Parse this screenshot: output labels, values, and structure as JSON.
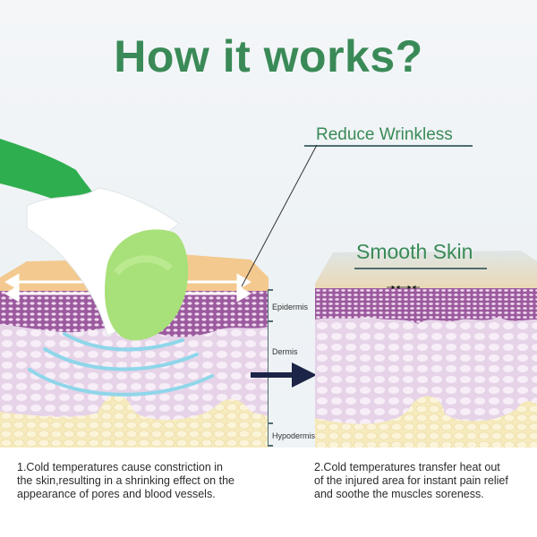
{
  "title": "How it works?",
  "callouts": {
    "left": "Reduce Wrinkless",
    "right": "Smooth Skin"
  },
  "layers": [
    "Epidermis",
    "Dermis",
    "Hypodermis"
  ],
  "descriptions": {
    "left": [
      "1.Cold temperatures cause constriction in",
      "the skin,resulting in a shrinking effect on the",
      "appearance of pores and blood vessels."
    ],
    "right": [
      "2.Cold temperatures transfer heat out",
      "of the injured area for instant pain relief",
      "and soothe the muscles soreness."
    ]
  },
  "colors": {
    "title_green": "#3a8a57",
    "epidermis_purple": "#9b5a9e",
    "dermis_lilac": "#ead9ec",
    "hypodermis_yellow": "#f3e7b6",
    "surface_tan": "#f3c98f",
    "roller_green": "#2fae4f",
    "roller_head": "#a8e07a",
    "cold_wave": "#8fd6ea",
    "arrow_navy": "#1c2447"
  }
}
